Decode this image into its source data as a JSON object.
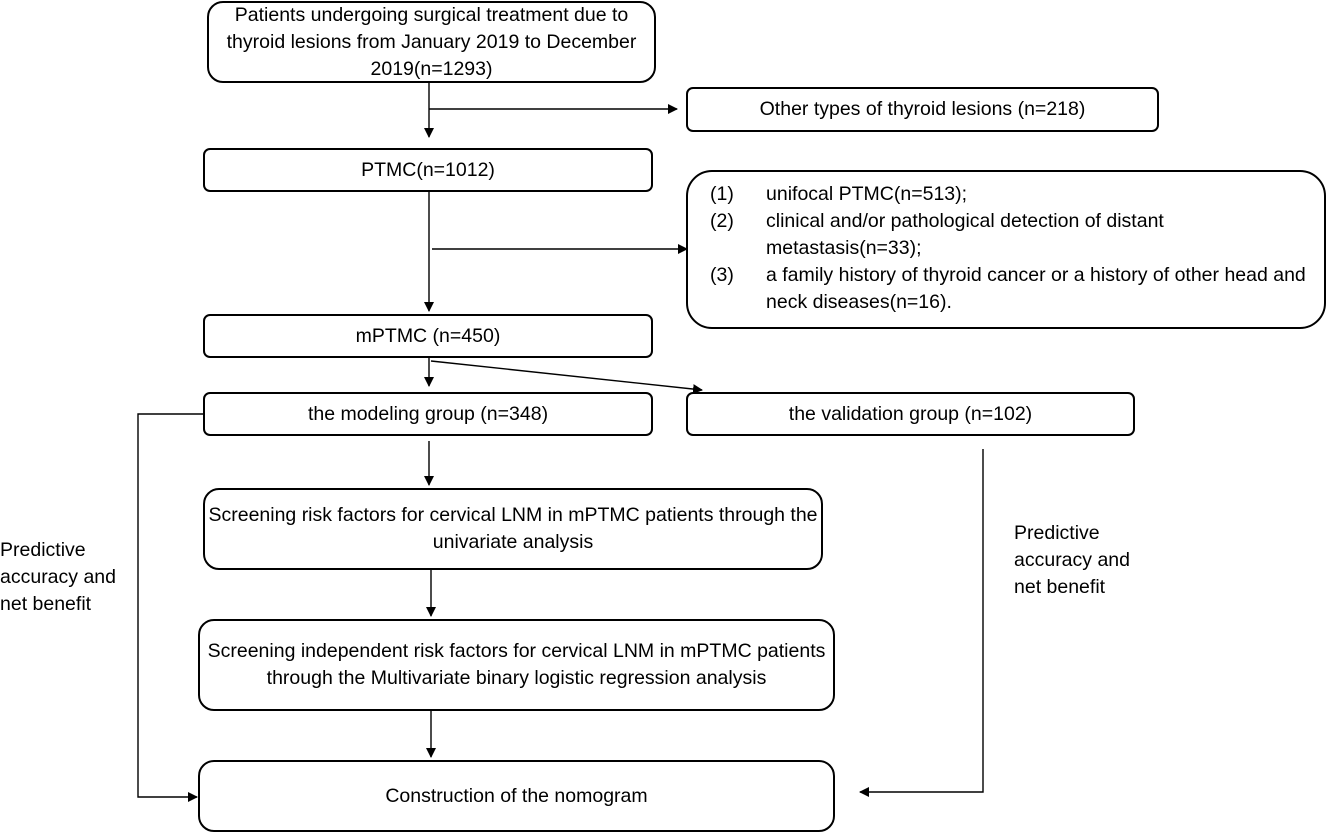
{
  "flowchart": {
    "total": "Patients undergoing surgical treatment due to thyroid lesions from January 2019 to December 2019(n=1293)",
    "other_lesions": "Other types of thyroid lesions (n=218)",
    "ptmc": "PTMC(n=1012)",
    "exclusion_criteria": [
      {
        "num": "(1)",
        "text": "unifocal PTMC(n=513);"
      },
      {
        "num": "(2)",
        "text": "clinical and/or pathological detection of distant metastasis(n=33);"
      },
      {
        "num": "(3)",
        "text": "a family history of thyroid cancer or a history of other head and neck diseases(n=16)."
      }
    ],
    "mptmc": "mPTMC (n=450)",
    "modeling_group": "the modeling group (n=348)",
    "validation_group": "the validation group (n=102)",
    "univariate": "Screening risk factors for cervical LNM in mPTMC patients through the univariate analysis",
    "multivariate": "Screening independent risk factors for cervical LNM in mPTMC patients through the Multivariate binary logistic regression analysis",
    "nomogram": "Construction of the nomogram",
    "left_side_label": "Predictive accuracy and net benefit",
    "right_side_label": "Predictive accuracy and net benefit"
  }
}
